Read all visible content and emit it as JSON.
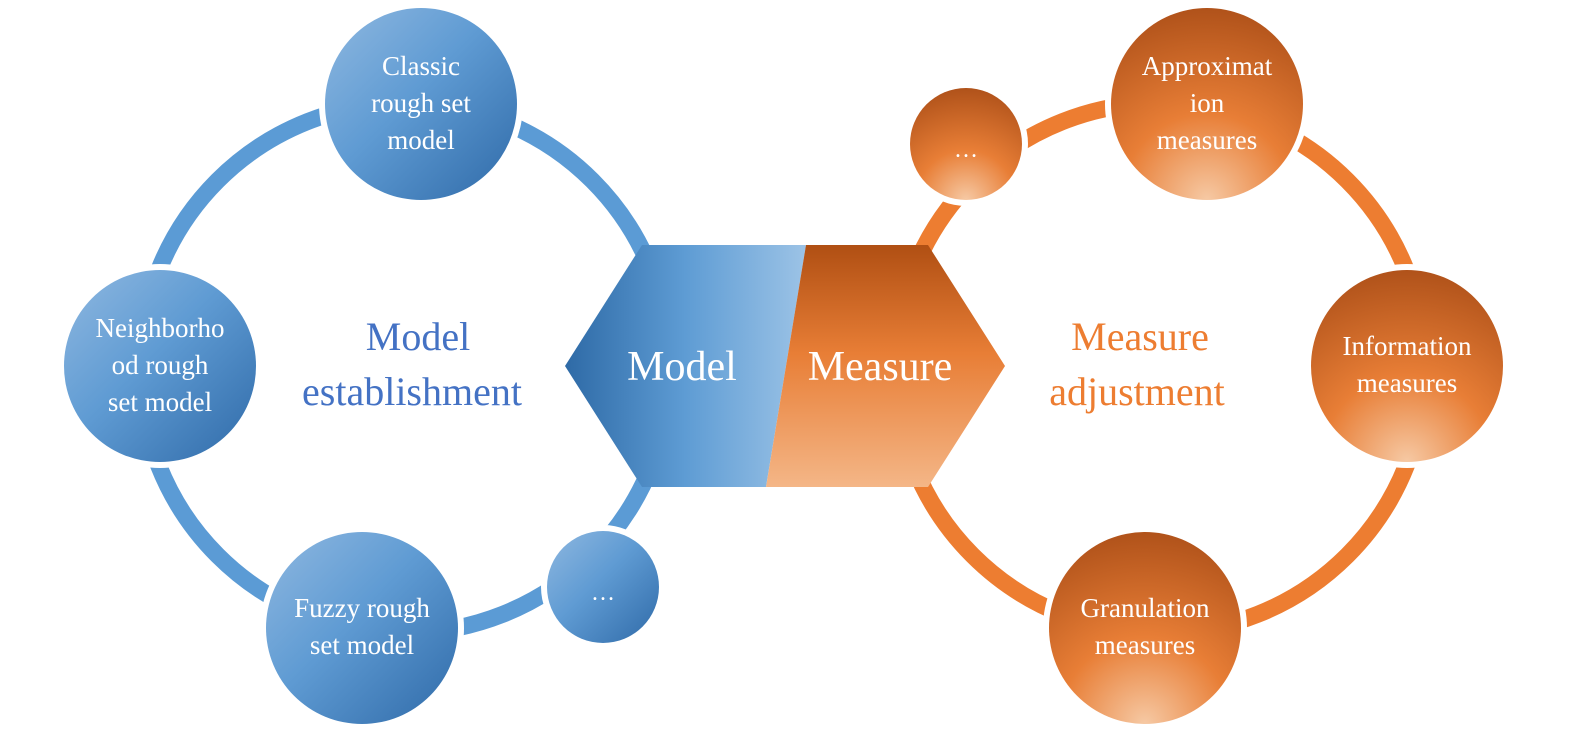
{
  "diagram": {
    "left": {
      "title_lines": [
        "Model",
        "establishment"
      ],
      "color": "#4a7fc0",
      "nodes": [
        {
          "lines": [
            "Classic",
            "rough set",
            "model"
          ]
        },
        {
          "lines": [
            "Neighborho",
            "od rough",
            "set model"
          ]
        },
        {
          "lines": [
            "Fuzzy rough",
            "set model"
          ]
        },
        {
          "lines": [
            "…"
          ]
        }
      ]
    },
    "right": {
      "title_lines": [
        "Measure",
        "adjustment"
      ],
      "color": "#ed7d31",
      "nodes": [
        {
          "lines": [
            "Approximat",
            "ion",
            "measures"
          ]
        },
        {
          "lines": [
            "Information",
            "measures"
          ]
        },
        {
          "lines": [
            "Granulation",
            "measures"
          ]
        },
        {
          "lines": [
            "…"
          ]
        }
      ]
    },
    "hexagon": {
      "left_label": "Model",
      "right_label": "Measure"
    }
  }
}
